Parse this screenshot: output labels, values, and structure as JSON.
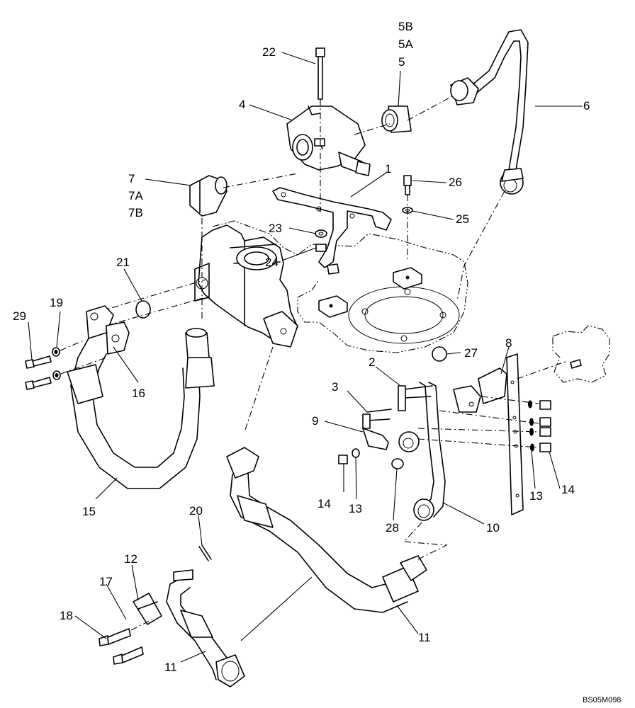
{
  "drawing_code": "BS05M098",
  "callouts": {
    "c1": "1",
    "c2": "2",
    "c3": "3",
    "c4": "4",
    "c5": "5",
    "c5A": "5A",
    "c5B": "5B",
    "c6": "6",
    "c7": "7",
    "c7A": "7A",
    "c7B": "7B",
    "c8": "8",
    "c9": "9",
    "c10": "10",
    "c11a": "11",
    "c11b": "11",
    "c12": "12",
    "c13a": "13",
    "c13b": "13",
    "c14a": "14",
    "c14b": "14",
    "c15": "15",
    "c16": "16",
    "c17": "17",
    "c18": "18",
    "c19": "19",
    "c20": "20",
    "c21": "21",
    "c22": "22",
    "c23": "23",
    "c24": "24",
    "c25": "25",
    "c26": "26",
    "c27": "27",
    "c28": "28",
    "c29": "29"
  }
}
